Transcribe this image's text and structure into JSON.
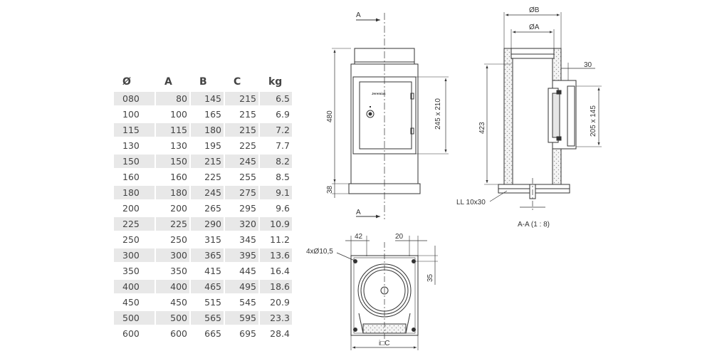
{
  "table": {
    "headers": [
      "Ø",
      "A",
      "B",
      "C",
      "kg"
    ],
    "rows": [
      [
        "080",
        "80",
        "145",
        "215",
        "6.5"
      ],
      [
        "100",
        "100",
        "165",
        "215",
        "6.9"
      ],
      [
        "115",
        "115",
        "180",
        "215",
        "7.2"
      ],
      [
        "130",
        "130",
        "195",
        "225",
        "7.7"
      ],
      [
        "150",
        "150",
        "215",
        "245",
        "8.2"
      ],
      [
        "160",
        "160",
        "225",
        "255",
        "8.5"
      ],
      [
        "180",
        "180",
        "245",
        "275",
        "9.1"
      ],
      [
        "200",
        "200",
        "265",
        "295",
        "9.6"
      ],
      [
        "225",
        "225",
        "290",
        "320",
        "10.9"
      ],
      [
        "250",
        "250",
        "315",
        "345",
        "11.2"
      ],
      [
        "300",
        "300",
        "365",
        "395",
        "13.6"
      ],
      [
        "350",
        "350",
        "415",
        "445",
        "16.4"
      ],
      [
        "400",
        "400",
        "465",
        "495",
        "18.6"
      ],
      [
        "450",
        "450",
        "515",
        "545",
        "20.9"
      ],
      [
        "500",
        "500",
        "565",
        "595",
        "23.3"
      ],
      [
        "600",
        "600",
        "665",
        "695",
        "28.4"
      ]
    ]
  },
  "front_view": {
    "section_mark_top": "A",
    "section_mark_bottom": "A",
    "height_total": "480",
    "height_base": "38",
    "door_size": "245 x 210",
    "door_label": "Jeremias"
  },
  "section_view": {
    "outer_diameter": "ØB",
    "inner_diameter": "ØA",
    "depth": "30",
    "height": "423",
    "opening_size": "205 x 145",
    "vent_label": "LL 10x30",
    "caption": "A-A (1 : 8)"
  },
  "top_view": {
    "offset_left": "42",
    "offset_right": "20",
    "holes": "4xØ10,5",
    "offset_side": "35",
    "width_label": "i□C"
  },
  "colors": {
    "line": "#333333",
    "insulation": "#f2f2f2",
    "row_shade": "#e8e8e8"
  }
}
